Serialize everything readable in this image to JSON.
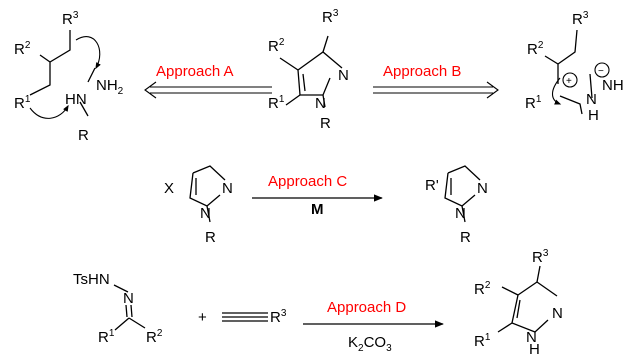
{
  "labels": {
    "r": "R",
    "sup1": "1",
    "sup2": "2",
    "sup3": "3",
    "n": "N",
    "h": "H",
    "nh2_n": "NH",
    "nh2_sub": "2",
    "hn": "HN",
    "x": "X",
    "tshn": "TsHN",
    "k": "K",
    "k_sub": "2",
    "co": "CO",
    "co_sub": "3",
    "plus": "+",
    "nh_partial": "NH",
    "r_prime": "R'",
    "plus_circle": "+",
    "minus_circle": "−"
  },
  "approaches": {
    "a": "Approach A",
    "b": "Approach B",
    "c": "Approach C",
    "d": "Approach D"
  },
  "catalyst_c": "M",
  "colors": {
    "approach_text": "#ff0000",
    "structure": "#000000"
  }
}
